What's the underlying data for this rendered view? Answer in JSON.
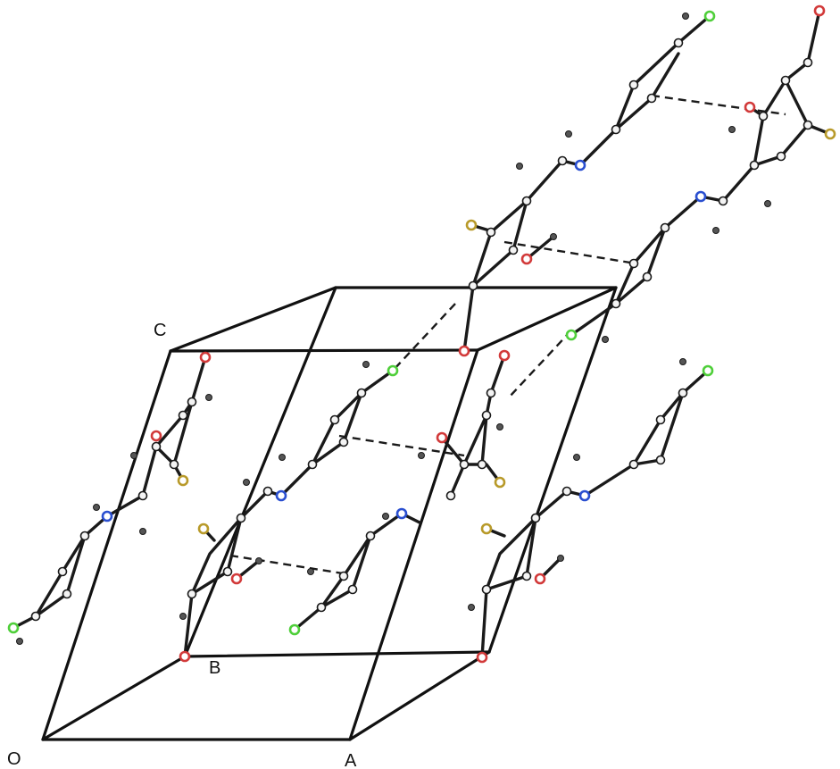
{
  "axis_labels": {
    "origin": "O",
    "a": "A",
    "b": "B",
    "c": "C"
  },
  "colors": {
    "oxygen": "#d23a3a",
    "nitrogen": "#2a4fd0",
    "chlorine": "#4fcf3a",
    "fluorine": "#b89a2a",
    "bond": "#1a1a1a"
  }
}
